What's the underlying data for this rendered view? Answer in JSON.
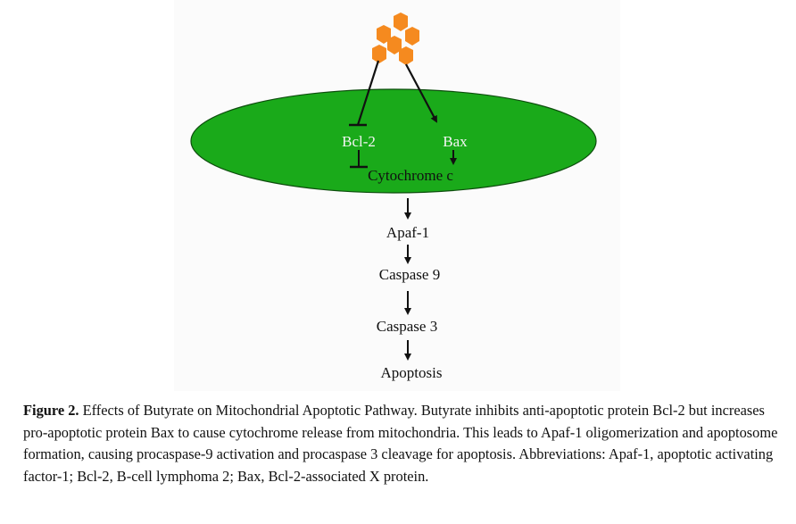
{
  "figure": {
    "nodes": {
      "bcl2": "Bcl-2",
      "bax": "Bax",
      "cytochrome_c": "Cytochrome c",
      "apaf1": "Apaf-1",
      "caspase9": "Caspase 9",
      "caspase3": "Caspase 3",
      "apoptosis": "Apoptosis"
    },
    "colors": {
      "mitochondrion": "#1aaa1a",
      "mitochondrion_outline": "#0d4d0d",
      "butyrate_molecules": "#f58a1f",
      "arrows": "#111111"
    }
  },
  "caption": {
    "label": "Figure 2.",
    "text": " Effects of Butyrate on Mitochondrial Apoptotic Pathway. Butyrate inhibits anti-apoptotic protein Bcl-2 but increases pro-apoptotic protein Bax to cause cytochrome release from mitochondria. This leads to Apaf-1 oligomerization and apoptosome formation, causing procaspase-9 activation and procaspase 3 cleavage for apoptosis. Abbreviations: Apaf-1, apoptotic activating factor-1; Bcl-2, B-cell lymphoma 2; Bax, Bcl-2-associated X protein."
  }
}
